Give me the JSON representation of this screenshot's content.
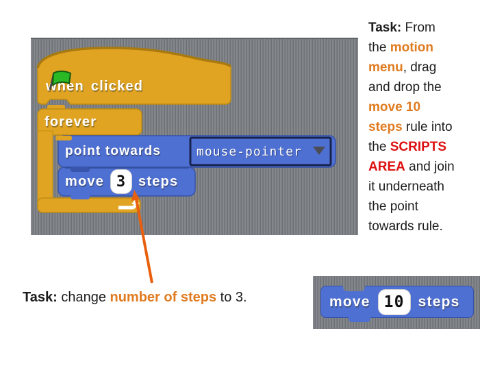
{
  "colors": {
    "accent_orange": "#e07b20",
    "accent_red": "#dd1111",
    "block_blue": "#4f70d3",
    "block_gold": "#e0a422",
    "flag_green": "#2ab825",
    "arrow_orange": "#e8600e",
    "scripts_bg_light": "#84878b",
    "scripts_bg_dark": "#6d7175"
  },
  "scripts_area": {
    "when_clicked": {
      "when": "when",
      "clicked": "clicked"
    },
    "forever_label": "forever",
    "point_towards": {
      "label": "point towards",
      "value": "mouse-pointer"
    },
    "move_steps": {
      "move": "move",
      "value": "3",
      "steps": "steps"
    }
  },
  "task_right": {
    "label": "Task:",
    "t1": " From\nthe ",
    "hl_motion": "motion\nmenu",
    "t2": ", drag\nand drop the\n",
    "hl_move": "move 10\nsteps",
    "t3": " rule into\nthe ",
    "hl_scripts": "SCRIPTS\nAREA",
    "t4": " and join\nit underneath\nthe point\ntowards rule."
  },
  "task_bottom": {
    "label": "Task:",
    "t1": " change ",
    "hl_steps": "number of steps",
    "t2": " to 3."
  },
  "move10_block": {
    "move": "move",
    "value": "10",
    "steps": "steps"
  }
}
